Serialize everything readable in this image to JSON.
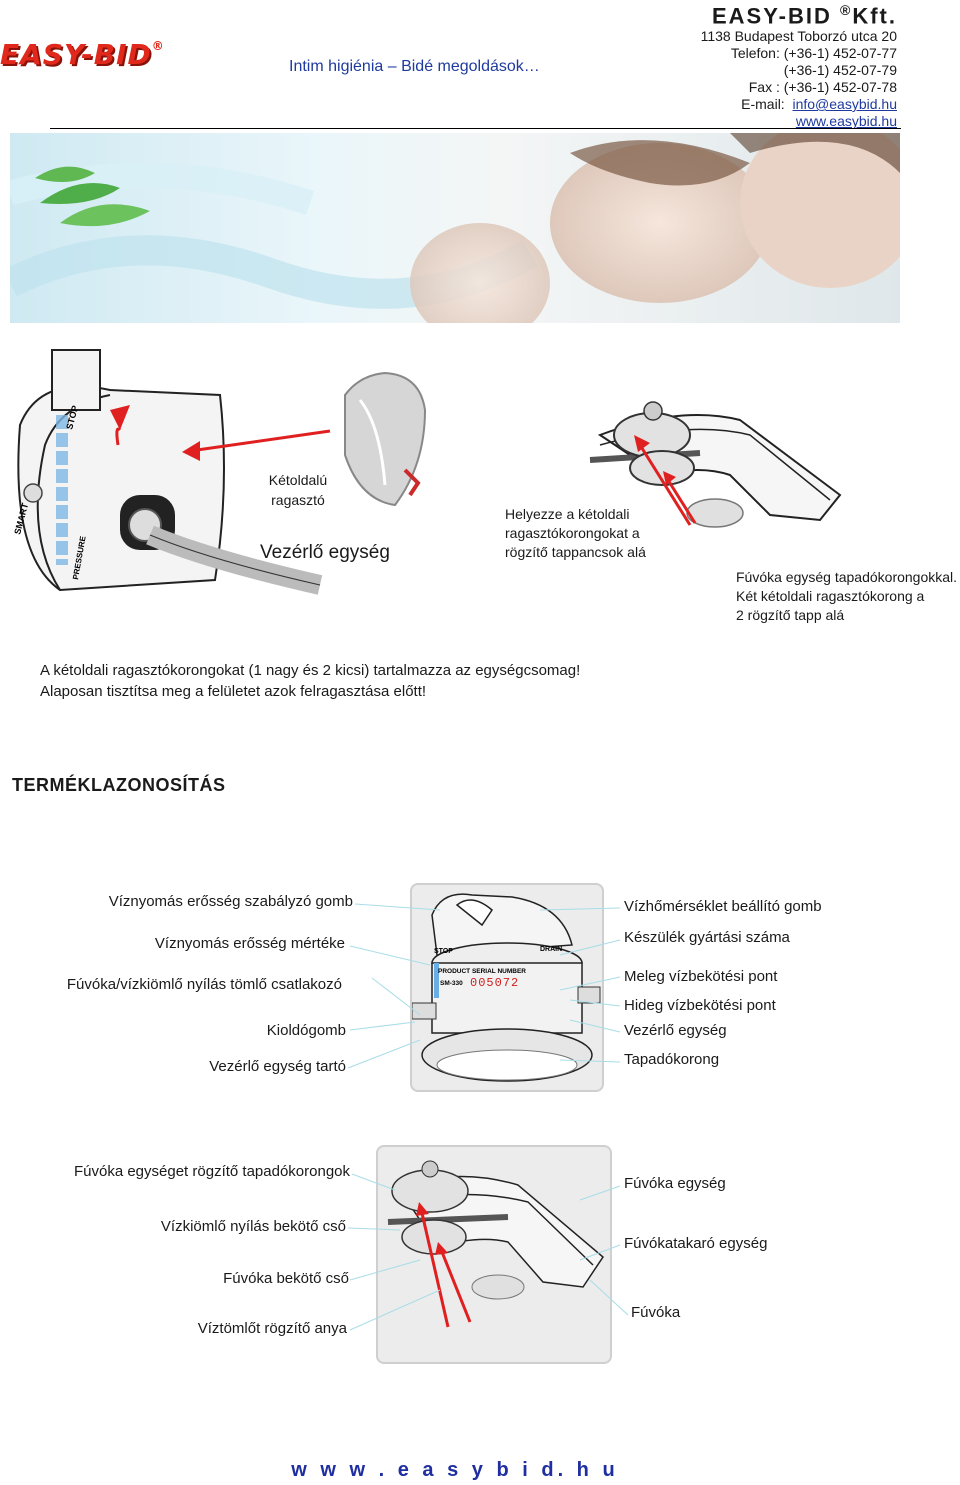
{
  "header": {
    "logo_text": "EASY-BID",
    "logo_mark": "®",
    "tagline": "Intim higiénia – Bidé megoldások…",
    "company": "EASY-BID",
    "company_mark": "®",
    "company_suffix": "Kft.",
    "address": "1138 Budapest Toborzó utca 20",
    "phone1": "Telefon: (+36-1) 452-07-77",
    "phone2": "(+36-1) 452-07-79",
    "fax": "Fax : (+36-1) 452-07-78",
    "email_label": "E-mail:",
    "email": "info@easybid.hu",
    "web": "www.easybid.hu"
  },
  "install": {
    "label_adhesive_line1": "Kétoldalú",
    "label_adhesive_line2": "ragasztó",
    "label_control_unit": "Vezérlő egység",
    "unit_stop_text": "STOP",
    "unit_brand_text": "SMART",
    "unit_pressure_text": "PRESSURE",
    "instruction_line1": "Helyezze a kétoldali",
    "instruction_line2": "ragasztókorongokat a",
    "instruction_line3": "rögzítő tappancsok alá",
    "nozzle_line1": "Fúvóka egység tapadókorongokkal.",
    "nozzle_line2": "Két kétoldali ragasztókorong a",
    "nozzle_line3": "2 rögzítő tapp alá",
    "note_line1": "A kétoldali ragasztókorongokat (1 nagy és 2 kicsi) tartalmazza az egységcsomag!",
    "note_line2": "Alaposan tisztítsa meg a felületet azok felragasztása előtt!"
  },
  "identification": {
    "heading": "TERMÉKLAZONOSÍTÁS",
    "left_labels": [
      "Víznyomás erősség szabályzó gomb",
      "Víznyomás erősség mértéke",
      "Fúvóka/vízkiömlő nyílás tömlő csatlakozó",
      "Kioldógomb",
      "Vezérlő egység tartó"
    ],
    "right_labels": [
      "Vízhőmérséklet beállító gomb",
      "Készülék gyártási száma",
      "Meleg vízbekötési pont",
      "Hideg vízbekötési pont",
      "Vezérlő egység",
      "Tapadókorong"
    ],
    "device_serial_label": "PRODUCT SERIAL NUMBER",
    "device_model": "SM-330",
    "device_serial": "005072",
    "device_stop": "STOP",
    "device_drain": "DRAIN"
  },
  "nozzle_parts": {
    "left_labels": [
      "Fúvóka egységet rögzítő tapadókorongok",
      "Vízkiömlő nyílás bekötő cső",
      "Fúvóka bekötő cső",
      "Víztömlőt rögzítő anya"
    ],
    "right_labels": [
      "Fúvóka egység",
      "Fúvókatakaró egység",
      "Fúvóka"
    ]
  },
  "footer": {
    "web": "w w w . e a s y b i d. h u"
  },
  "colors": {
    "brand_red": "#e0281c",
    "link_blue": "#1f3a9e",
    "arrow_red": "#e02020",
    "water_blue": "#5aa8e0"
  }
}
